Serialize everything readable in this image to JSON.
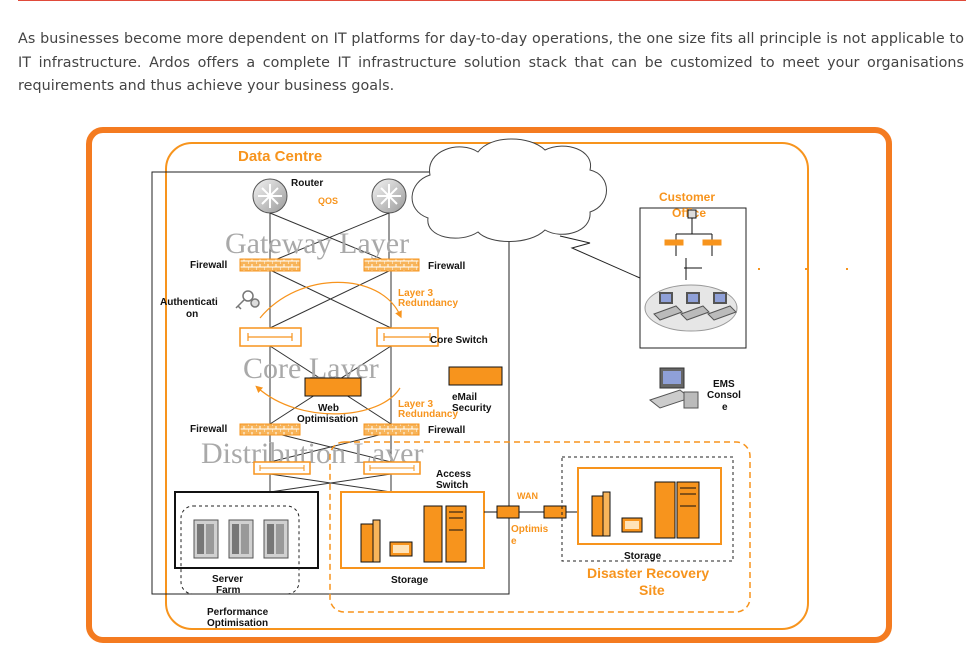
{
  "intro": "As businesses become more dependent on IT platforms for day-to-day operations, the one size fits all principle is not applicable to IT infrastructure. Ardos offers a complete IT infrastructure solution stack that can be customized to meet your organisations requirements and thus achieve your business goals.",
  "colors": {
    "orange": "#f7941d",
    "frame": "#f47b20",
    "black": "#111111",
    "layerGhost": "#a9a9a9"
  },
  "diagram": {
    "data_centre": "Data Centre",
    "router": "Router",
    "qos": "QOS",
    "gateway_layer": "Gateway Layer",
    "core_layer": "Core Layer",
    "distribution_layer": "Distribution Layer",
    "firewall": "Firewall",
    "authentication_line1": "Authenticati",
    "authentication_line2": "on",
    "layer3_line1": "Layer 3",
    "layer3_line2": "Redundancy",
    "core_switch": "Core Switch",
    "web_opt_line1": "Web",
    "web_opt_line2": "Optimisation",
    "email_line1": "eMail",
    "email_line2": "Security",
    "access_line1": "Access",
    "access_line2": "Switch",
    "server_line1": "Server",
    "server_line2": "Farm",
    "perf_line1": "Performance",
    "perf_line2": "Optimisation",
    "storage": "Storage",
    "wan_line1": "WAN",
    "wan_line2": "Optimis",
    "wan_line3": "e",
    "customer_line1": "Customer",
    "customer_line2": "Office",
    "ems_line1": "EMS",
    "ems_line2": "Consol",
    "ems_line3": "e",
    "dr_line1": "Disaster Recovery",
    "dr_line2": "Site"
  }
}
